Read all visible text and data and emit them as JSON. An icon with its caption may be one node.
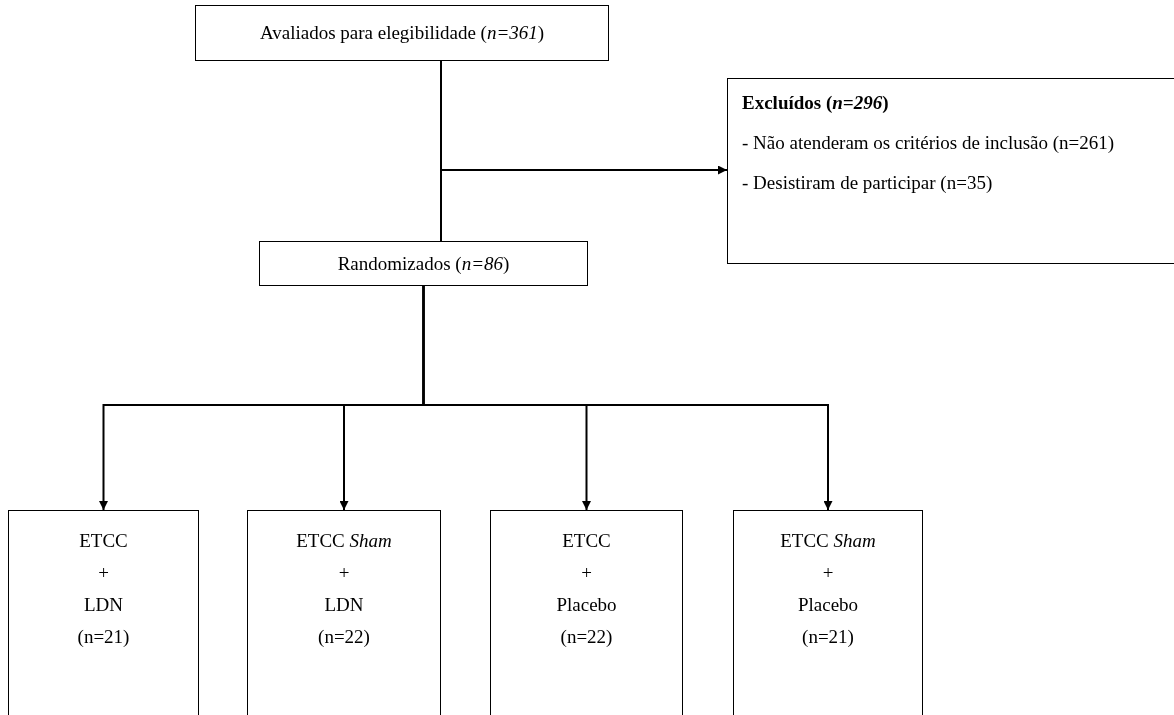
{
  "diagram": {
    "nodes": [
      {
        "text": [
          "Avaliados para elegibilidade (*n=361*)"
        ]
      },
      {
        "text": [
          "Excluídos (*n=296*)",
          "- Não atenderam os critérios de inclusão (n=261)",
          "- Desistiram de participar (n=35)"
        ]
      },
      {
        "text": [
          "Randomizados (*n=86*)"
        ]
      },
      {
        "text": [
          "ETCC",
          "+",
          "LDN",
          "(n=21)"
        ]
      },
      {
        "text": [
          "ETCC *Sham*",
          "+",
          "LDN",
          "(n=22)"
        ]
      },
      {
        "text": [
          "ETCC",
          "+",
          "Placebo",
          "(n=22)"
        ]
      },
      {
        "text": [
          "ETCC *Sham*",
          "+",
          "Placebo",
          "(n=21)"
        ]
      }
    ],
    "edges": [
      {
        "from": 0,
        "to": 2,
        "arrow": "none"
      },
      {
        "from": 0,
        "to": 1,
        "arrow": "to"
      },
      {
        "from": 2,
        "to": 3,
        "arrow": "to"
      },
      {
        "from": 2,
        "to": 4,
        "arrow": "to"
      },
      {
        "from": 2,
        "to": 5,
        "arrow": "to"
      },
      {
        "from": 2,
        "to": 6,
        "arrow": "to"
      }
    ]
  }
}
